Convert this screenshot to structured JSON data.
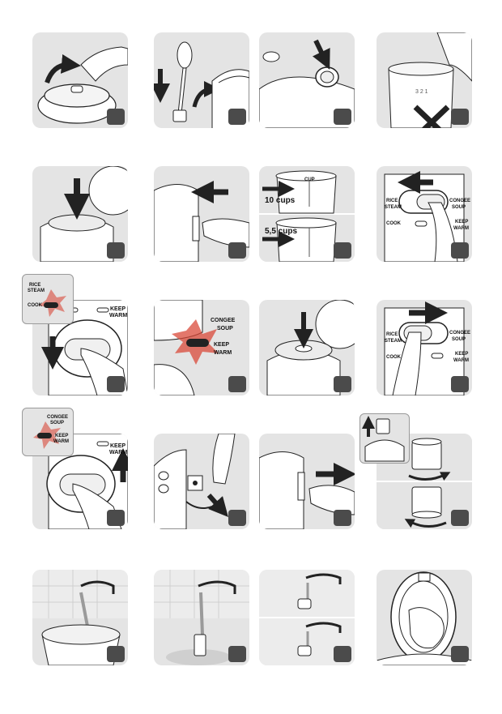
{
  "labels": {
    "rice_steam": "RICE\nSTEAM",
    "rice": "RICE",
    "steam": "STEAM",
    "cook": "COOK",
    "congee": "CONGEE",
    "soup": "SOUP",
    "keep": "KEEP",
    "warm": "WARM",
    "cups_10": "10 cups",
    "cups_5_5": "5,5 cups",
    "cup": "CUP"
  },
  "colors": {
    "panel": "#e4e4e4",
    "step_box": "#4b4b4b",
    "arrow": "#222222",
    "glow": "#d94a3a"
  }
}
